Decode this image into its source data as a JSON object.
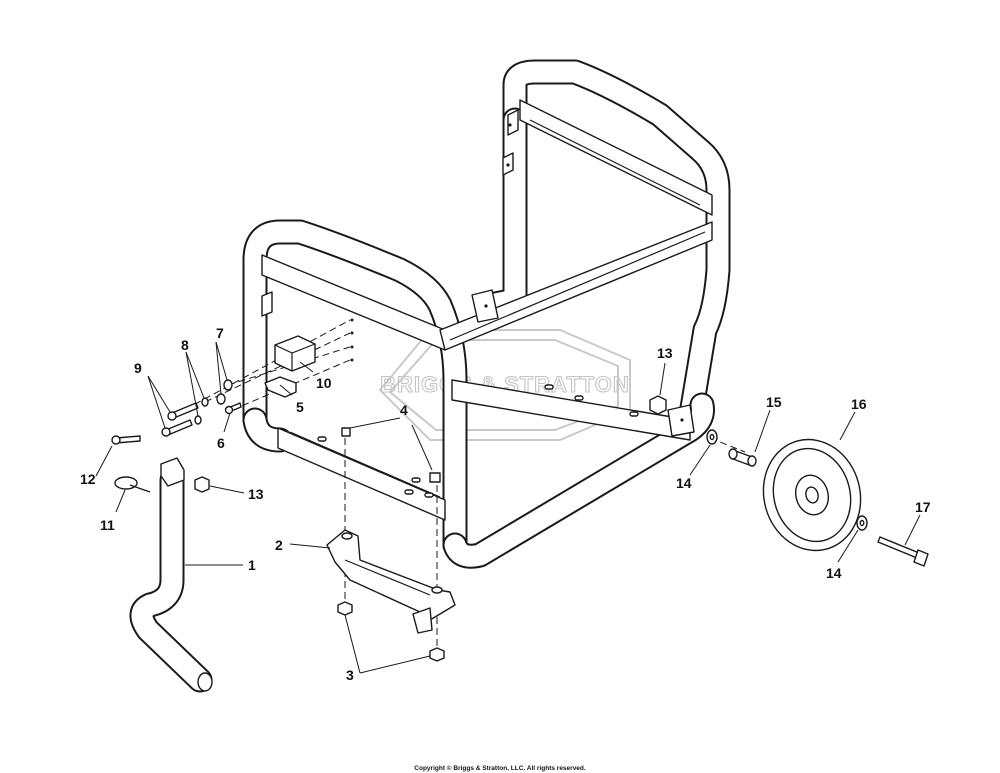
{
  "diagram": {
    "watermark": "BRIGGS & STRATTON",
    "copyright": "Copyright © Briggs & Stratton, LLC. All rights reserved.",
    "callouts": [
      {
        "id": "c1",
        "text": "1"
      },
      {
        "id": "c2",
        "text": "2"
      },
      {
        "id": "c3",
        "text": "3"
      },
      {
        "id": "c4",
        "text": "4"
      },
      {
        "id": "c5",
        "text": "5"
      },
      {
        "id": "c6",
        "text": "6"
      },
      {
        "id": "c7",
        "text": "7"
      },
      {
        "id": "c8",
        "text": "8"
      },
      {
        "id": "c9",
        "text": "9"
      },
      {
        "id": "c10",
        "text": "10"
      },
      {
        "id": "c11",
        "text": "11"
      },
      {
        "id": "c12",
        "text": "12"
      },
      {
        "id": "c13a",
        "text": "13"
      },
      {
        "id": "c13b",
        "text": "13"
      },
      {
        "id": "c14a",
        "text": "14"
      },
      {
        "id": "c14b",
        "text": "14"
      },
      {
        "id": "c15",
        "text": "15"
      },
      {
        "id": "c16",
        "text": "16"
      },
      {
        "id": "c17",
        "text": "17"
      }
    ]
  }
}
